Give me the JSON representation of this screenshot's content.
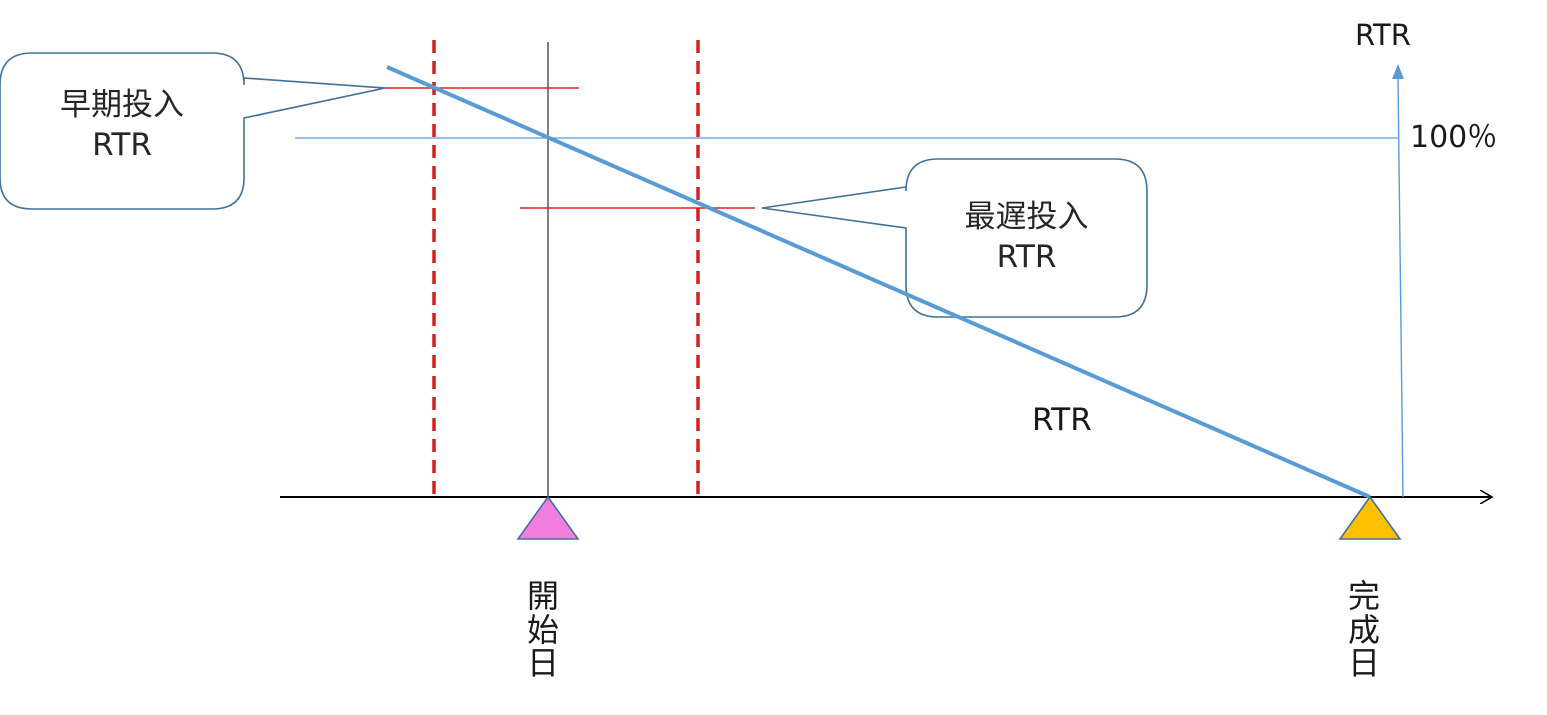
{
  "axis": {
    "y_label": "RTR",
    "y_max_label": "100％"
  },
  "callouts": {
    "early": {
      "line1": "早期投入",
      "line2": "RTR"
    },
    "late": {
      "line1": "最遅投入",
      "line2": "RTR"
    }
  },
  "curve": {
    "label": "RTR"
  },
  "milestones": {
    "start": {
      "chars": [
        "開",
        "始",
        "日"
      ],
      "color": "#F47EE0"
    },
    "finish": {
      "chars": [
        "完",
        "成",
        "日"
      ],
      "color": "#FFC000"
    }
  },
  "colors": {
    "rtr_line": "#5B9BD5",
    "dashed_markers": "#D42020",
    "level_lines": "#E02020",
    "callout_border": "#41719C"
  }
}
